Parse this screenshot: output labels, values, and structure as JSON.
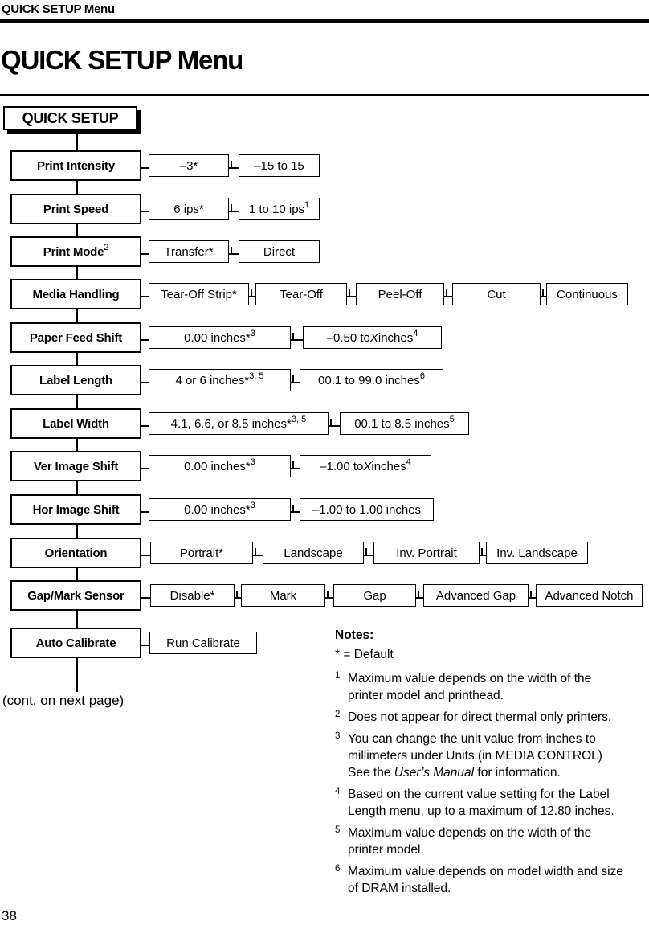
{
  "page": {
    "header": "QUICK SETUP Menu",
    "title": "QUICK SETUP Menu",
    "continuation": "(cont. on next page)",
    "page_number": "38"
  },
  "colors": {
    "ink": "#000000",
    "paper": "#ffffff"
  },
  "diagram": {
    "root_label": "QUICK SETUP",
    "rows": [
      {
        "label": [
          {
            "t": "Print Intensity"
          }
        ],
        "values": [
          [
            {
              "t": "–3*"
            }
          ],
          [
            {
              "t": "–15 to 15"
            }
          ]
        ]
      },
      {
        "label": [
          {
            "t": "Print Speed"
          }
        ],
        "values": [
          [
            {
              "t": "6 ips*"
            }
          ],
          [
            {
              "t": "1 to 10 ips "
            },
            {
              "sup": "1"
            }
          ]
        ]
      },
      {
        "label": [
          {
            "t": "Print Mode "
          },
          {
            "sup": "2"
          }
        ],
        "values": [
          [
            {
              "t": "Transfer*"
            }
          ],
          [
            {
              "t": "Direct"
            }
          ]
        ]
      },
      {
        "label": [
          {
            "t": "Media Handling"
          }
        ],
        "values": [
          [
            {
              "t": "Tear-Off Strip*"
            }
          ],
          [
            {
              "t": "Tear-Off"
            }
          ],
          [
            {
              "t": "Peel-Off"
            }
          ],
          [
            {
              "t": "Cut"
            }
          ],
          [
            {
              "t": "Continuous"
            }
          ]
        ]
      },
      {
        "label": [
          {
            "t": "Paper Feed Shift"
          }
        ],
        "values": [
          [
            {
              "t": "0.00 inches* "
            },
            {
              "sup": "3"
            }
          ],
          [
            {
              "t": "–0.50 to "
            },
            {
              "i": "X"
            },
            {
              "t": " inches "
            },
            {
              "sup": "4"
            }
          ]
        ]
      },
      {
        "label": [
          {
            "t": "Label Length"
          }
        ],
        "values": [
          [
            {
              "t": "4 or 6 inches* "
            },
            {
              "sup": "3, 5"
            }
          ],
          [
            {
              "t": "00.1 to 99.0 inches "
            },
            {
              "sup": "6"
            }
          ]
        ]
      },
      {
        "label": [
          {
            "t": "Label Width"
          }
        ],
        "values": [
          [
            {
              "t": "4.1, 6.6, or 8.5 inches* "
            },
            {
              "sup": "3, 5"
            }
          ],
          [
            {
              "t": "00.1 to 8.5 inches "
            },
            {
              "sup": "5"
            }
          ]
        ]
      },
      {
        "label": [
          {
            "t": "Ver Image Shift"
          }
        ],
        "values": [
          [
            {
              "t": "0.00 inches* "
            },
            {
              "sup": "3"
            }
          ],
          [
            {
              "t": "–1.00 to "
            },
            {
              "i": "X"
            },
            {
              "t": " inches "
            },
            {
              "sup": "4"
            }
          ]
        ]
      },
      {
        "label": [
          {
            "t": "Hor Image Shift"
          }
        ],
        "values": [
          [
            {
              "t": "0.00 inches* "
            },
            {
              "sup": "3"
            }
          ],
          [
            {
              "t": "–1.00 to 1.00 inches"
            }
          ]
        ]
      },
      {
        "label": [
          {
            "t": "Orientation"
          }
        ],
        "values": [
          [
            {
              "t": "Portrait*"
            }
          ],
          [
            {
              "t": "Landscape"
            }
          ],
          [
            {
              "t": "Inv. Portrait"
            }
          ],
          [
            {
              "t": "Inv. Landscape"
            }
          ]
        ]
      },
      {
        "label": [
          {
            "t": "Gap/Mark Sensor"
          }
        ],
        "values": [
          [
            {
              "t": "Disable*"
            }
          ],
          [
            {
              "t": "Mark"
            }
          ],
          [
            {
              "t": "Gap"
            }
          ],
          [
            {
              "t": "Advanced Gap"
            }
          ],
          [
            {
              "t": "Advanced Notch"
            }
          ]
        ]
      },
      {
        "label": [
          {
            "t": "Auto Calibrate"
          }
        ],
        "values": [
          [
            {
              "t": "Run Calibrate"
            }
          ]
        ]
      }
    ]
  },
  "notes": {
    "title": "Notes:",
    "default_key": "* = Default",
    "items": [
      {
        "ref": "1",
        "lines": [
          [
            {
              "t": "Maximum value depends on the width of the"
            }
          ],
          [
            {
              "t": "printer model and printhead."
            }
          ]
        ]
      },
      {
        "ref": "2",
        "lines": [
          [
            {
              "t": "Does not appear for direct thermal only printers."
            }
          ]
        ]
      },
      {
        "ref": "3",
        "lines": [
          [
            {
              "t": "You can change the unit value from inches to"
            }
          ],
          [
            {
              "t": "millimeters under Units (in MEDIA CONTROL)"
            }
          ],
          [
            {
              "t": "See the "
            },
            {
              "i": "User’s Manual"
            },
            {
              "t": " for information."
            }
          ]
        ]
      },
      {
        "ref": "4",
        "lines": [
          [
            {
              "t": "Based on the current value setting for the Label"
            }
          ],
          [
            {
              "t": "Length menu, up to a maximum of 12.80 inches."
            }
          ]
        ]
      },
      {
        "ref": "5",
        "lines": [
          [
            {
              "t": "Maximum value depends on the width of the"
            }
          ],
          [
            {
              "t": "printer model."
            }
          ]
        ]
      },
      {
        "ref": "6",
        "lines": [
          [
            {
              "t": "Maximum value depends on model width and size"
            }
          ],
          [
            {
              "t": "of DRAM installed."
            }
          ]
        ]
      }
    ]
  }
}
